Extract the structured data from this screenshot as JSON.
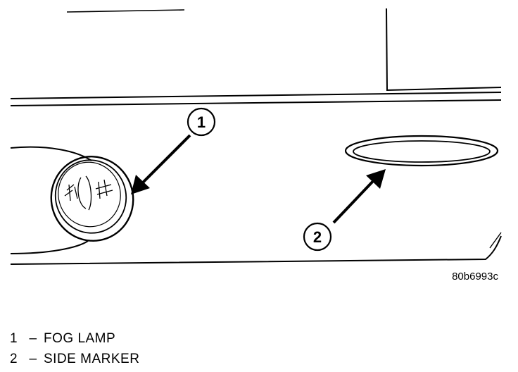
{
  "figure": {
    "code": "80b6993c",
    "callouts": [
      {
        "number": "1",
        "part": "fog-lamp"
      },
      {
        "number": "2",
        "part": "side-marker"
      }
    ]
  },
  "legend": [
    {
      "number": "1",
      "dash": "–",
      "label": "FOG LAMP"
    },
    {
      "number": "2",
      "dash": "–",
      "label": "SIDE MARKER"
    }
  ],
  "colors": {
    "ink": "#000000",
    "paper": "#ffffff"
  }
}
